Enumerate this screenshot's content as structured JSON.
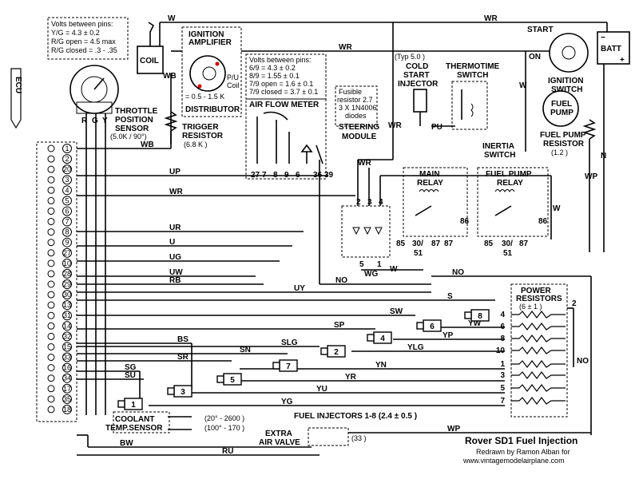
{
  "title": "Rover SD1 Fuel Injection",
  "credit_line1": "Redrawn by Ramon Alban for",
  "credit_line2": "www.vintagemodelairplane.com",
  "ecu_label": "ECU",
  "ecu_pins": [
    "1",
    "2",
    "20",
    "3",
    "4",
    "5",
    "6",
    "7",
    "8",
    "9",
    "27",
    "10",
    "28",
    "29",
    "30",
    "13",
    "31",
    "14",
    "32",
    "15",
    "33",
    "16",
    "34",
    "17",
    "35",
    "18"
  ],
  "components": {
    "coil": "COIL",
    "ignition_amplifier": [
      "IGNITION",
      "AMPLIFIER"
    ],
    "distributor": "DISTRIBUTOR",
    "pu_coil": [
      "P/U",
      "Coil"
    ],
    "pu_coil_ohms": "= 0.5 - 1.5 K",
    "throttle_sensor": [
      "THROTTLE",
      "POSITION",
      "SENSOR"
    ],
    "throttle_values": "(5.0K   / 90°)",
    "trigger_resistor": [
      "TRIGGER",
      "RESISTOR"
    ],
    "trigger_values": "(6.8 K  )",
    "air_flow_meter": "AIR FLOW METER",
    "afm_pins": [
      "27",
      "7",
      "8",
      "9",
      "6",
      "36",
      "39"
    ],
    "cold_start": [
      "(Typ 5.0  )",
      "COLD",
      "START",
      "INJECTOR"
    ],
    "thermotime": [
      "THERMOTIME",
      "SWITCH"
    ],
    "ignition_switch": [
      "IGNITION",
      "SWITCH"
    ],
    "start": "START",
    "on": "ON",
    "batt": "BATT",
    "fuel_pump": [
      "FUEL",
      "PUMP"
    ],
    "fuel_pump_resistor": [
      "FUEL PUMP",
      "RESISTOR",
      "(1.2  )"
    ],
    "inertia_switch": [
      "INERTIA",
      "SWITCH"
    ],
    "fusible": [
      "Fusible",
      "resistor 2.7",
      "3 X 1N4006",
      "diodes"
    ],
    "steering_module": [
      "STEERING",
      "MODULE"
    ],
    "steering_pins": [
      "2",
      "3",
      "4",
      "5",
      "1"
    ],
    "main_relay": [
      "MAIN",
      "RELAY"
    ],
    "fuel_pump_relay": [
      "FUEL PUMP",
      "RELAY"
    ],
    "relay_pins": [
      "85",
      "30/",
      "51",
      "87",
      "87",
      "86"
    ],
    "power_resistors": [
      "POWER",
      "RESISTORS",
      "(6   ± 1  )"
    ],
    "power_resistor_pins": [
      "4",
      "6",
      "8",
      "10",
      "1",
      "3",
      "5",
      "7",
      "2"
    ],
    "injector_numbers": [
      "8",
      "6",
      "4",
      "2",
      "7",
      "5",
      "3",
      "1"
    ],
    "fuel_injectors": "FUEL INJECTORS 1-8 (2.4   ± 0.5  )",
    "coolant": [
      "COOLANT",
      "TEMP.SENSOR"
    ],
    "coolant_values": [
      "(20° - 2600  )",
      "(100° - 170  )"
    ],
    "extra_air": [
      "EXTRA",
      "AIR VALVE"
    ],
    "extra_air_values": "(33  )"
  },
  "note_tps": [
    "Volts between pins:",
    "Y/G = 4.3 ± 0.2",
    "R/G open = 4.5 max",
    "R/G closed = .3 - .35"
  ],
  "note_afm": [
    "Volts between pins:",
    "6/9 = 4.3 ± 0.2",
    "8/9 = 1.55 ± 0.1",
    "7/9 open = 1.6 ± 0.1",
    "7/9 closed = 3.7 ± 0.1"
  ],
  "wire_labels": [
    "W",
    "WR",
    "WB",
    "WB",
    "UP",
    "WR",
    "UR",
    "U",
    "UG",
    "UW",
    "RB",
    "UY",
    "S",
    "SW",
    "SP",
    "BS",
    "SLG",
    "SN",
    "SR",
    "SG",
    "SU",
    "YN",
    "YR",
    "YU",
    "YG",
    "YW",
    "YP",
    "YLG",
    "NO",
    "NO",
    "NO",
    "WG",
    "W",
    "W",
    "W",
    "W",
    "W",
    "WP",
    "WP",
    "N",
    "WR",
    "WR",
    "PU",
    "BW",
    "RU",
    "R",
    "G",
    "Y"
  ]
}
